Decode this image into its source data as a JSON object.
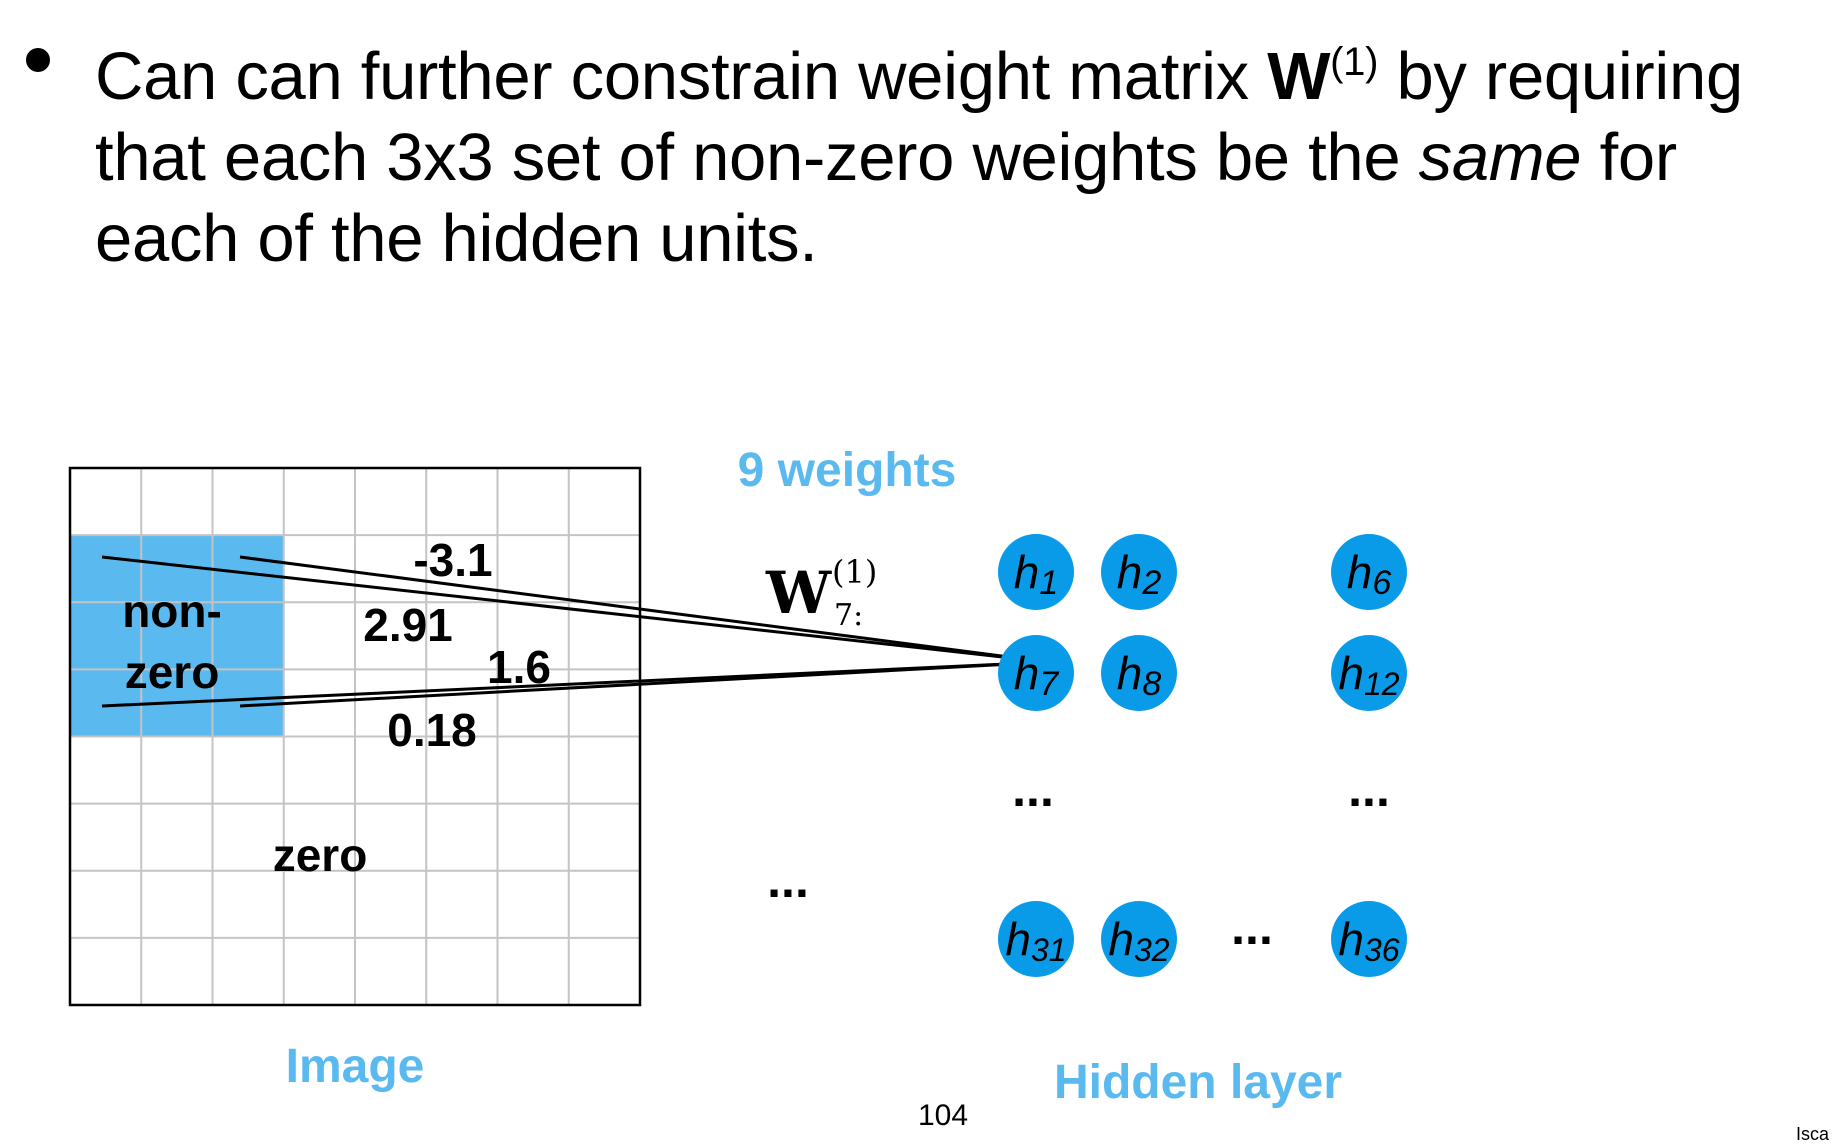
{
  "bullet": {
    "part1": "Can can further constrain weight matrix ",
    "matrix": "W",
    "matrix_sup": "(1)",
    "part2": " by requiring that each 3x3 set of non-zero weights be the ",
    "emphasis": "same",
    "part3": " for each of the hidden units."
  },
  "image_grid": {
    "label": "Image",
    "nonzero_line1": "non-",
    "nonzero_line2": "zero",
    "zero_label": "zero",
    "weights": [
      "-3.1",
      "2.91",
      "1.6",
      "0.18"
    ]
  },
  "weights_caption": "9 weights",
  "weight_vector": {
    "symbol": "W",
    "sup": "(1)",
    "sub": "7:"
  },
  "ellipsis": "...",
  "hidden_layer": {
    "label": "Hidden layer",
    "units": [
      {
        "base": "h",
        "sub": "1"
      },
      {
        "base": "h",
        "sub": "2"
      },
      {
        "base": "h",
        "sub": "6"
      },
      {
        "base": "h",
        "sub": "7"
      },
      {
        "base": "h",
        "sub": "8"
      },
      {
        "base": "h",
        "sub": "12"
      },
      {
        "base": "h",
        "sub": "31"
      },
      {
        "base": "h",
        "sub": "32"
      },
      {
        "base": "h",
        "sub": "36"
      }
    ]
  },
  "page_number": "104",
  "corner_fragment": "Isca",
  "colors": {
    "accent_blue": "#5ab9ef",
    "node_blue": "#0a9be8"
  }
}
